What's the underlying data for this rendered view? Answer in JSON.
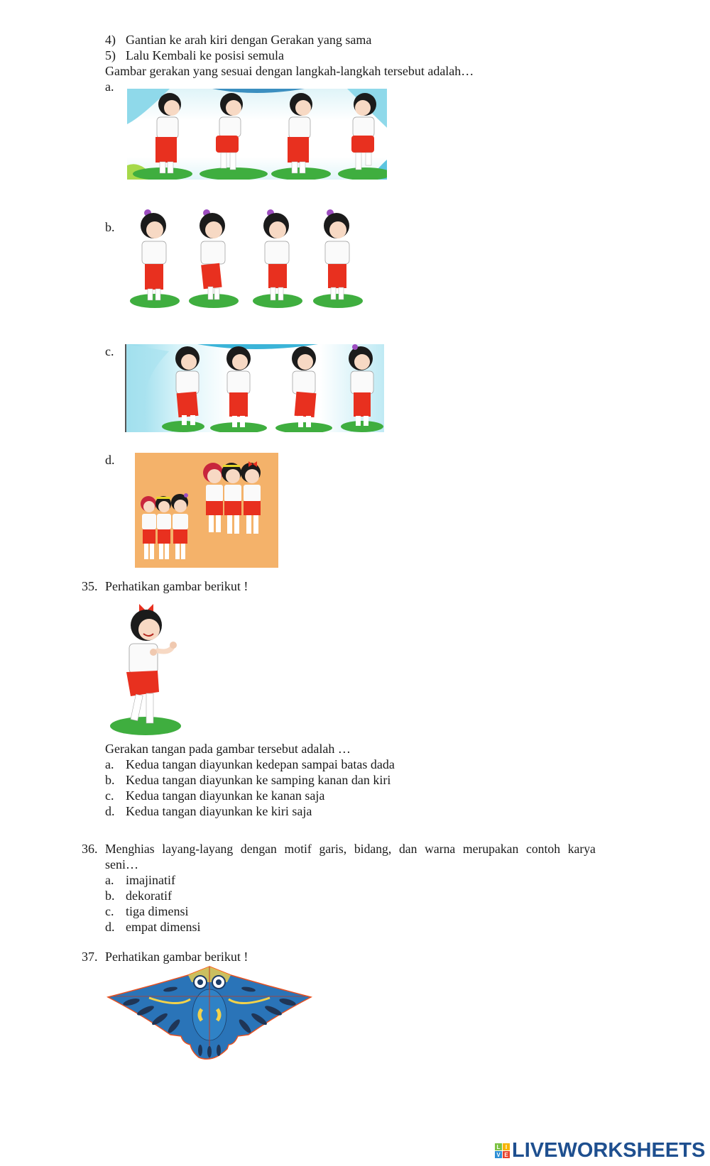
{
  "q34": {
    "steps": [
      {
        "num": "4)",
        "text": "Gantian ke arah kiri dengan Gerakan yang sama"
      },
      {
        "num": "5)",
        "text": "Lalu Kembali ke posisi semula"
      }
    ],
    "prompt": "Gambar gerakan yang sesuai dengan langkah-langkah tersebut adalah…",
    "options": [
      {
        "label": "a.",
        "image": "four girls dancing, hands swinging at sides, blue/green background"
      },
      {
        "label": "b.",
        "image": "four girls standing, hands on hips, on green circles"
      },
      {
        "label": "c.",
        "image": "four girls with hands on hips, cyan background"
      },
      {
        "label": "d.",
        "image": "group of six girls in red-white uniforms on orange background"
      }
    ]
  },
  "q35": {
    "number": "35.",
    "title": "Perhatikan gambar berikut !",
    "image": "girl dancing with fists at chest level",
    "prompt": "Gerakan tangan pada gambar tersebut adalah …",
    "options": [
      {
        "label": "a.",
        "text": "Kedua tangan diayunkan kedepan sampai batas dada"
      },
      {
        "label": "b.",
        "text": "Kedua tangan diayunkan ke samping kanan dan kiri"
      },
      {
        "label": "c.",
        "text": "Kedua tangan diayunkan ke kanan saja"
      },
      {
        "label": "d.",
        "text": "Kedua tangan diayunkan ke kiri saja"
      }
    ]
  },
  "q36": {
    "number": "36.",
    "text_line1": "Menghias layang-layang dengan motif garis, bidang, dan warna merupakan contoh karya",
    "text_line2": "seni…",
    "options": [
      {
        "label": "a.",
        "text": "imajinatif"
      },
      {
        "label": "b.",
        "text": "dekoratif"
      },
      {
        "label": "c.",
        "text": "tiga dimensi"
      },
      {
        "label": "d.",
        "text": "empat dimensi"
      }
    ]
  },
  "q37": {
    "number": "37.",
    "title": "Perhatikan gambar berikut !",
    "image": "blue owl-shaped kite"
  },
  "footer": {
    "brand": "LIVEWORKSHEETS",
    "logo_letters": [
      "L",
      "I",
      "V",
      "E"
    ],
    "logo_colors": [
      "#7cc243",
      "#f7b500",
      "#2d8fd5",
      "#e8442e"
    ]
  },
  "colors": {
    "text": "#1a1a1a",
    "skirt_red": "#e8301f",
    "grass_green": "#3fae3f",
    "bg_cyan": "#7fd6ea",
    "bg_orange": "#f4b26a",
    "kite_blue": "#2a74b8",
    "brand_blue": "#1e4f8f"
  }
}
